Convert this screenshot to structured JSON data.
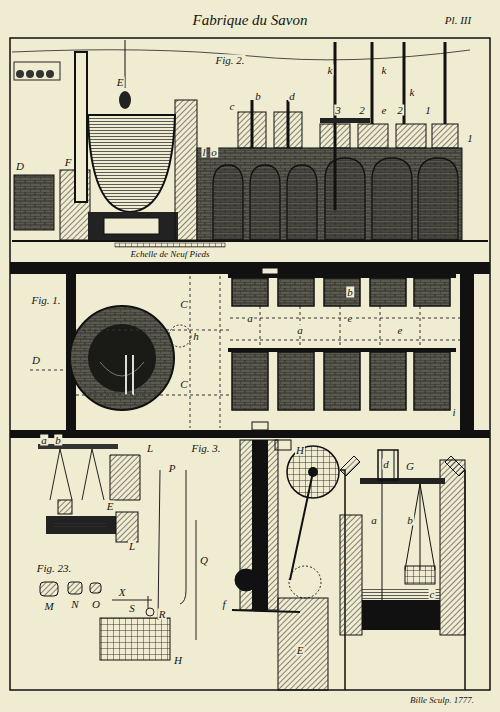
{
  "diagram": {
    "title": "Fabrique du Savon",
    "labels": [
      "Pl. III",
      "Fig. 2.",
      "E",
      "D",
      "F",
      "l",
      "o",
      "b",
      "c",
      "d",
      "k",
      "k",
      "k",
      "e",
      "3",
      "2",
      "2",
      "1",
      "1",
      "Echelle de Neuf Pieds",
      "Fig. 1.",
      "D",
      "C",
      "C",
      "h",
      "a",
      "a",
      "e",
      "e",
      "b",
      "i",
      "Fig. 3.",
      "H",
      "d",
      "G",
      "a",
      "b",
      "c",
      "f",
      "E",
      "a",
      "b",
      "L",
      "E",
      "L",
      "Fig. 23.",
      "M",
      "N",
      "O",
      "X",
      "S",
      "R",
      "H",
      "P",
      "Q",
      "Bille Sculp. 1777."
    ]
  }
}
